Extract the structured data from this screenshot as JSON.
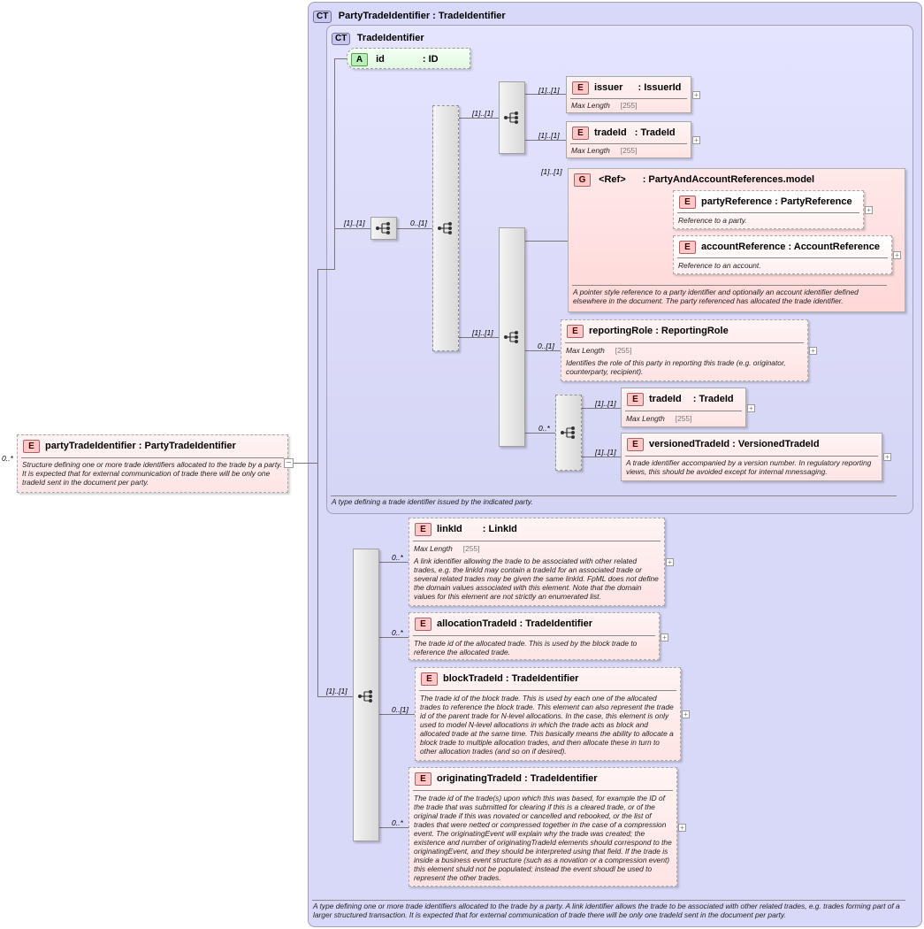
{
  "ct_outer": {
    "badge": "CT",
    "title": "PartyTradeIdentifier : TradeIdentifier",
    "footer": "A type defining one or more trade identifiers allocated to the trade by a party. A link identifier allows the trade to be associated with other related trades, e.g. trades forming part of a larger structured transaction. It is expected that for external communication of trade there will be only one tradeId sent in the document per party."
  },
  "ct_inner": {
    "badge": "CT",
    "title": "TradeIdentifier",
    "footer": "A type defining a trade identifier issued by the indicated party."
  },
  "root": {
    "badge": "E",
    "name": "partyTradeIdentifier",
    "type": ": PartyTradeIdentifier",
    "card": "0..*",
    "desc": "Structure defining one or more trade identifiers allocated to the trade by a party. It is expected that for external communication of trade there will be only one tradeId sent in the document per party."
  },
  "attr": {
    "badge": "A",
    "name": "id",
    "type": ": ID"
  },
  "cards": {
    "c11": "[1]..[1]",
    "c01": "0..[1]",
    "c0s": "0..*"
  },
  "group": {
    "badge": "G",
    "name": "<Ref>",
    "type": ": PartyAndAccountReferences.model",
    "desc": "A pointer style reference to a party identifier and optionally an account identifier defined elsewhere in the document. The party referenced has allocated the trade identifier."
  },
  "maxlen": {
    "label": "Max Length",
    "value": "[255]"
  },
  "elements": {
    "issuer": {
      "badge": "E",
      "name": "issuer",
      "type": ": IssuerId"
    },
    "tradeId1": {
      "badge": "E",
      "name": "tradeId",
      "type": ": TradeId"
    },
    "partyReference": {
      "badge": "E",
      "name": "partyReference",
      "type": ": PartyReference",
      "desc": "Reference to a party."
    },
    "accountReference": {
      "badge": "E",
      "name": "accountReference",
      "type": ": AccountReference",
      "desc": "Reference to an account."
    },
    "reportingRole": {
      "badge": "E",
      "name": "reportingRole",
      "type": ": ReportingRole",
      "desc": "Identifies the role of this party in reporting this trade (e.g. originator, counterparty, recipient)."
    },
    "tradeId2": {
      "badge": "E",
      "name": "tradeId",
      "type": ": TradeId"
    },
    "versionedTradeId": {
      "badge": "E",
      "name": "versionedTradeId",
      "type": ": VersionedTradeId",
      "desc": "A trade identifier accompanied by a version number. In regulatory reporting views, this should be avoided except for internal mnessaging."
    },
    "linkId": {
      "badge": "E",
      "name": "linkId",
      "type": ": LinkId",
      "desc": "A link identifier allowing the trade to be associated with other related trades, e.g. the linkId may contain a tradeId for an associated trade or several related trades may be given the same linkId. FpML does not define the domain values associated with this element. Note that the domain values for this element are not strictly an enumerated list."
    },
    "allocationTradeId": {
      "badge": "E",
      "name": "allocationTradeId",
      "type": ": TradeIdentifier",
      "desc": "The trade id of the allocated trade. This is used by the block trade to reference the allocated trade."
    },
    "blockTradeId": {
      "badge": "E",
      "name": "blockTradeId",
      "type": ": TradeIdentifier",
      "desc": "The trade id of the block trade. This is used by each one of the allocated trades to reference the block trade. This element can also represent the trade id of the parent trade for N-level allocations. In the case, this element is only used to model N-level allocations in which the trade acts as block and allocated trade at the same time. This basically means the ability to allocate a block trade to multiple allocation trades, and then allocate these in turn to other allocation trades (and so on if desired)."
    },
    "originatingTradeId": {
      "badge": "E",
      "name": "originatingTradeId",
      "type": ": TradeIdentifier",
      "desc": "The trade id of the trade(s) upon which this was based, for example the ID of the trade that was submitted for clearing if this is a cleared trade, or of the original trade if this was novated or cancelled and rebooked, or the list of trades that were netted or compressed together in the case of a compression event. The originatingEvent will explain why the trade was created; the existence and number of originatingTradeId elements should correspond to the originatingEvent, and they should be interpreted using that field. If the trade is inside a business event structure (such as a novation or a compression event) this element shuld not be populated; instead the event shoudl be used to represent the other trades."
    }
  }
}
